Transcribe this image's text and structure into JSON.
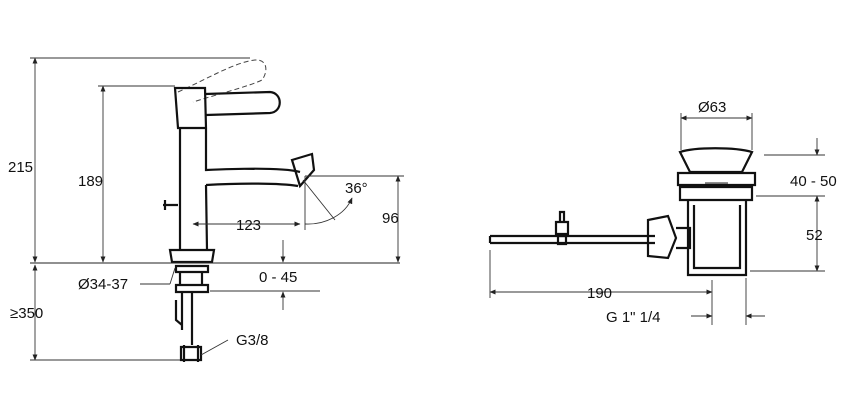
{
  "dimensions": {
    "faucet_total_height": "215",
    "spout_height": "189",
    "min_below_deck": "≥350",
    "spout_reach": "123",
    "outlet_height": "96",
    "spout_angle": "36°",
    "hole_diameter": "Ø34-37",
    "deck_thickness": "0 - 45",
    "connection_thread": "G3/8",
    "plug_diameter": "Ø63",
    "plug_adjust": "40 - 50",
    "waste_height": "52",
    "rod_length": "190",
    "waste_thread": "G 1\" 1/4"
  }
}
